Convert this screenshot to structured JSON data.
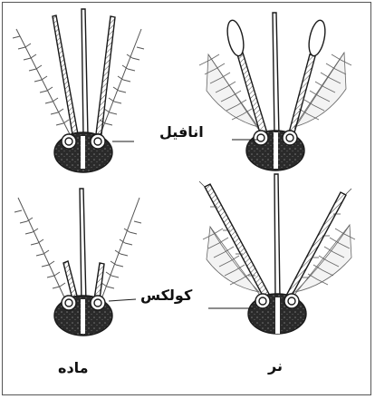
{
  "labels": {
    "anopheles": "انافیل",
    "culex": "کولکس",
    "female": "ماده",
    "male": "نر"
  },
  "colors": {
    "ink": "#1a1a1a",
    "background": "#ffffff"
  }
}
